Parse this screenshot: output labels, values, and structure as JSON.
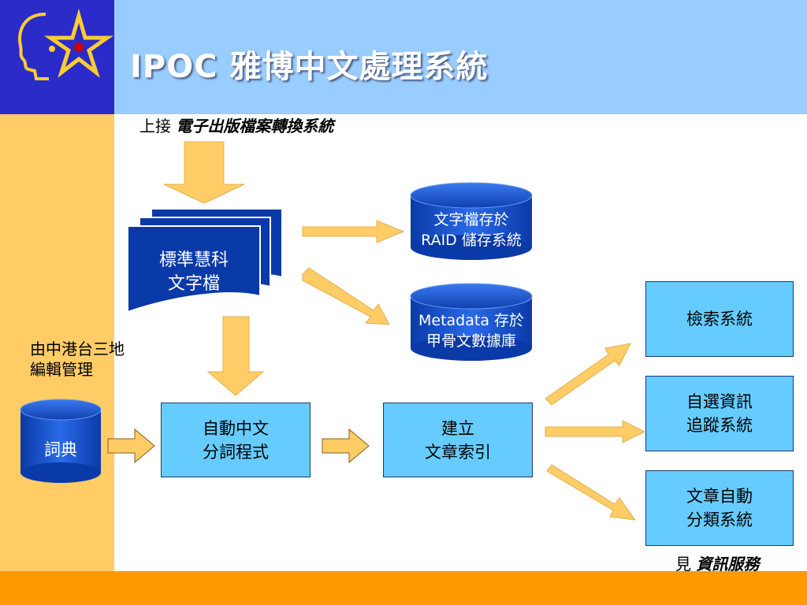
{
  "title": "IPOC 雅博中文處理系統",
  "top_note": {
    "prefix": "上接",
    "emphasis": "電子出版檔案轉換系統"
  },
  "doc_stack": {
    "line1": "標準慧科",
    "line2": "文字檔"
  },
  "cylinders": {
    "raid": {
      "line1": "文字檔存於",
      "line2": "RAID 儲存系統"
    },
    "metadata": {
      "line1": "Metadata 存於",
      "line2": "甲骨文數據庫"
    },
    "dictionary": {
      "label": "詞典"
    }
  },
  "dict_note": {
    "line1": "由中港台三地",
    "line2": "編輯管理"
  },
  "boxes": {
    "segment": {
      "line1": "自動中文",
      "line2": "分詞程式"
    },
    "index": {
      "line1": "建立",
      "line2": "文章索引"
    },
    "search": {
      "line1": "檢索系統"
    },
    "tracking": {
      "line1": "自選資訊",
      "line2": "追蹤系統"
    },
    "classify": {
      "line1": "文章自動",
      "line2": "分類系統"
    }
  },
  "bottom_note": {
    "prefix": "見",
    "emphasis": "資訊服務"
  },
  "colors": {
    "logo_bg": "#2a2bc8",
    "header_bg": "#99ccff",
    "left_strip": "#ffcc66",
    "bottom_band": "#ff9900",
    "box_fill": "#66ccff",
    "arrow_fill": "#ffcc66",
    "doc_fill": "#0a3aa8",
    "cylinder_fill": "#1455cc"
  }
}
